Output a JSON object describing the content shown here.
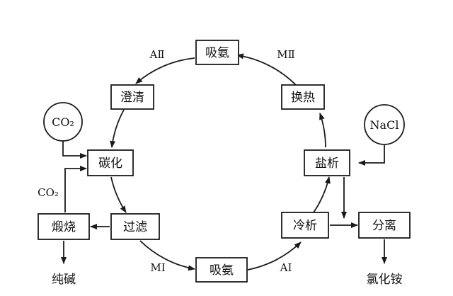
{
  "nodes": {
    "ammonia_top": "吸氨",
    "clarify": "澄清",
    "exchange": "换热",
    "carbonize": "碳化",
    "salt_out": "盐析",
    "calcine": "煅烧",
    "filter": "过滤",
    "cool_crystal": "冷析",
    "separate": "分离",
    "ammonia_bottom": "吸氨"
  },
  "inputs": {
    "co2": "CO₂",
    "nacl": "NaCl"
  },
  "products": {
    "soda": "纯碱",
    "ammonium_chloride": "氯化铵"
  },
  "flow_labels": {
    "a2": "AⅡ",
    "m2": "MⅡ",
    "m1": "MⅠ",
    "a1": "AⅠ",
    "co2_recycle": "CO₂"
  }
}
